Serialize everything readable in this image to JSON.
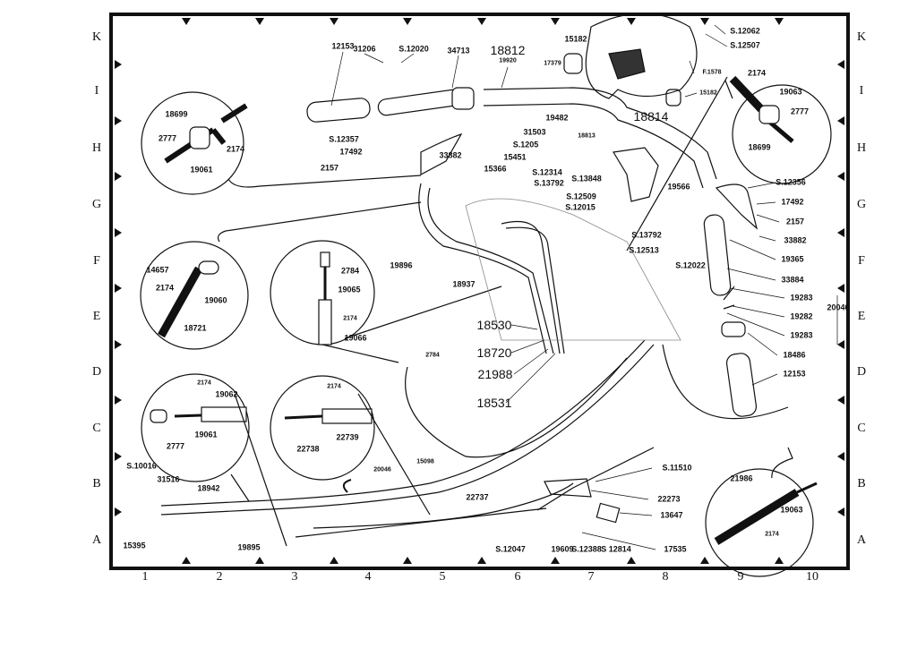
{
  "grid": {
    "rows": [
      "K",
      "I",
      "H",
      "G",
      "F",
      "E",
      "D",
      "C",
      "B",
      "A"
    ],
    "columns": [
      "1",
      "2",
      "3",
      "4",
      "5",
      "6",
      "7",
      "8",
      "9",
      "10"
    ]
  },
  "labels": [
    "12153",
    "31206",
    "S.12020",
    "34713",
    "18812",
    "19920",
    "15182",
    "17379",
    "S.12062",
    "S.12507",
    "F.1578",
    "15182",
    "18814",
    "19482",
    "31503",
    "S.1205",
    "15451",
    "15366",
    "18813",
    "S.12314",
    "S.13792",
    "S.13848",
    "S.12509",
    "S.12015",
    "19566",
    "S.13792",
    "S.12513",
    "S.12022",
    "33882",
    "S.12357",
    "17492",
    "2157",
    "18699",
    "2777",
    "2174",
    "19061",
    "2174",
    "19063",
    "2777",
    "18699",
    "S.12356",
    "17492",
    "2157",
    "33882",
    "19365",
    "33884",
    "19283",
    "19282",
    "19283",
    "20040",
    "18486",
    "12153",
    "14657",
    "2174",
    "19060",
    "18721",
    "2784",
    "19065",
    "2174",
    "19066",
    "19896",
    "18937",
    "2784",
    "18530",
    "18720",
    "21988",
    "18531",
    "2174",
    "19062",
    "2777",
    "19061",
    "2174",
    "22739",
    "22738",
    "15098",
    "20046",
    "18942",
    "S.10016",
    "31516",
    "15395",
    "19895",
    "22737",
    "S.12047",
    "19609",
    "S.12388",
    "S 12814",
    "S.11510",
    "22273",
    "13647",
    "17535",
    "21986",
    "19063",
    "2174"
  ]
}
